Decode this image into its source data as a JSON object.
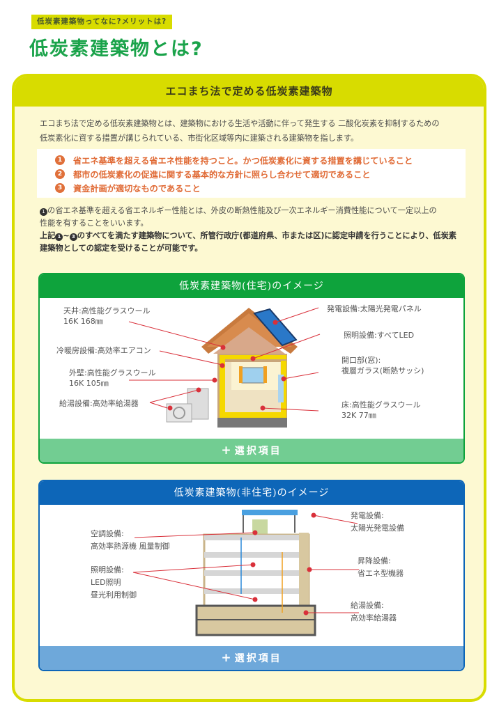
{
  "header": {
    "tag": "低炭素建築物ってなに?メリットは?",
    "title": "低炭素建築物とは?"
  },
  "main": {
    "heading": "エコまち法で定める低炭素建築物",
    "intro_line1": "エコまち法で定める低炭素建築物とは、建築物における生活や活動に伴って発生する 二酸化炭素を抑制するための",
    "intro_line2": "低炭素化に資する措置が講じられている、市街化区域等内に建築される建築物を指します。",
    "criteria": [
      {
        "num": "1",
        "text": "省エネ基準を超える省エネ性能を持つこと。かつ低炭素化に資する措置を講じていること"
      },
      {
        "num": "2",
        "text": "都市の低炭素化の促進に関する基本的な方針に照らし合わせて適切であること"
      },
      {
        "num": "3",
        "text": "資金計画が適切なものであること"
      }
    ],
    "note1_num": "1",
    "note1_line1": "の省エネ基準を超える省エネルギー性能とは、外皮の断熱性能及び一次エネルギー消費性能について一定以上の",
    "note1_line2": "性能を有することをいいます。",
    "note2_pre": "上記",
    "note2_num_a": "1",
    "note2_tilde": "~",
    "note2_num_b": "3",
    "note2_line1": "のすべてを満たす建築物について、所管行政庁(都道府県、市または区)に認定申請を行うことにより、低炭素",
    "note2_line2": "建築物としての認定を受けることが可能です。"
  },
  "residential": {
    "heading": "低炭素建築物(住宅)のイメージ",
    "footer_plus": "+",
    "footer_label": "選択項目",
    "labels": {
      "ceiling_1": "天井:高性能グラスウール",
      "ceiling_2": "16K 168㎜",
      "aircon": "冷暖房設備:高効率エアコン",
      "wall_1": "外壁:高性能グラスウール",
      "wall_2": "16K 105㎜",
      "water_heater": "給湯設備:高効率給湯器",
      "solar": "発電設備:太陽光発電パネル",
      "lighting": "照明設備:すべてLED",
      "window_1": "開口部(窓):",
      "window_2": "複層ガラス(断熱サッシ)",
      "floor_1": "床:高性能グラスウール",
      "floor_2": "32K 77㎜"
    }
  },
  "non_residential": {
    "heading": "低炭素建築物(非住宅)のイメージ",
    "footer_plus": "+",
    "footer_label": "選択項目",
    "labels": {
      "hvac_1": "空調設備:",
      "hvac_2": "高効率熱源機 風量制御",
      "lighting_1": "照明設備:",
      "lighting_2": "LED照明",
      "lighting_3": "昼光利用制御",
      "solar_1": "発電設備:",
      "solar_2": "太陽光発電設備",
      "elevator_1": "昇降設備:",
      "elevator_2": "省エネ型機器",
      "water_1": "給湯設備:",
      "water_2": "高効率給湯器"
    }
  },
  "colors": {
    "accent_yellow": "#d8dc00",
    "panel_bg": "#fdf9d2",
    "title_green": "#1aa34a",
    "criteria_orange": "#e06a35",
    "residential_green": "#0ea33c",
    "residential_footer": "#72cd92",
    "nonres_blue": "#0d66b8",
    "nonres_footer": "#6ea8da",
    "marker_red": "#d9303a"
  }
}
